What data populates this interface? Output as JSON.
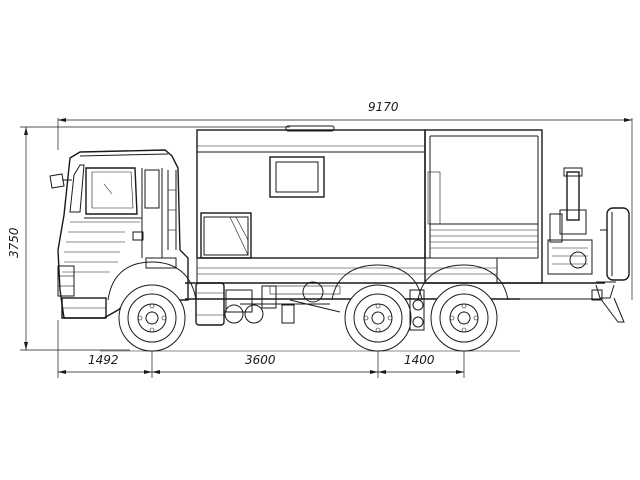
{
  "dimensions": {
    "overall_length": "9170",
    "overall_height": "3750",
    "front_overhang": "1492",
    "wheelbase": "3600",
    "bogie_spacing": "1400"
  }
}
